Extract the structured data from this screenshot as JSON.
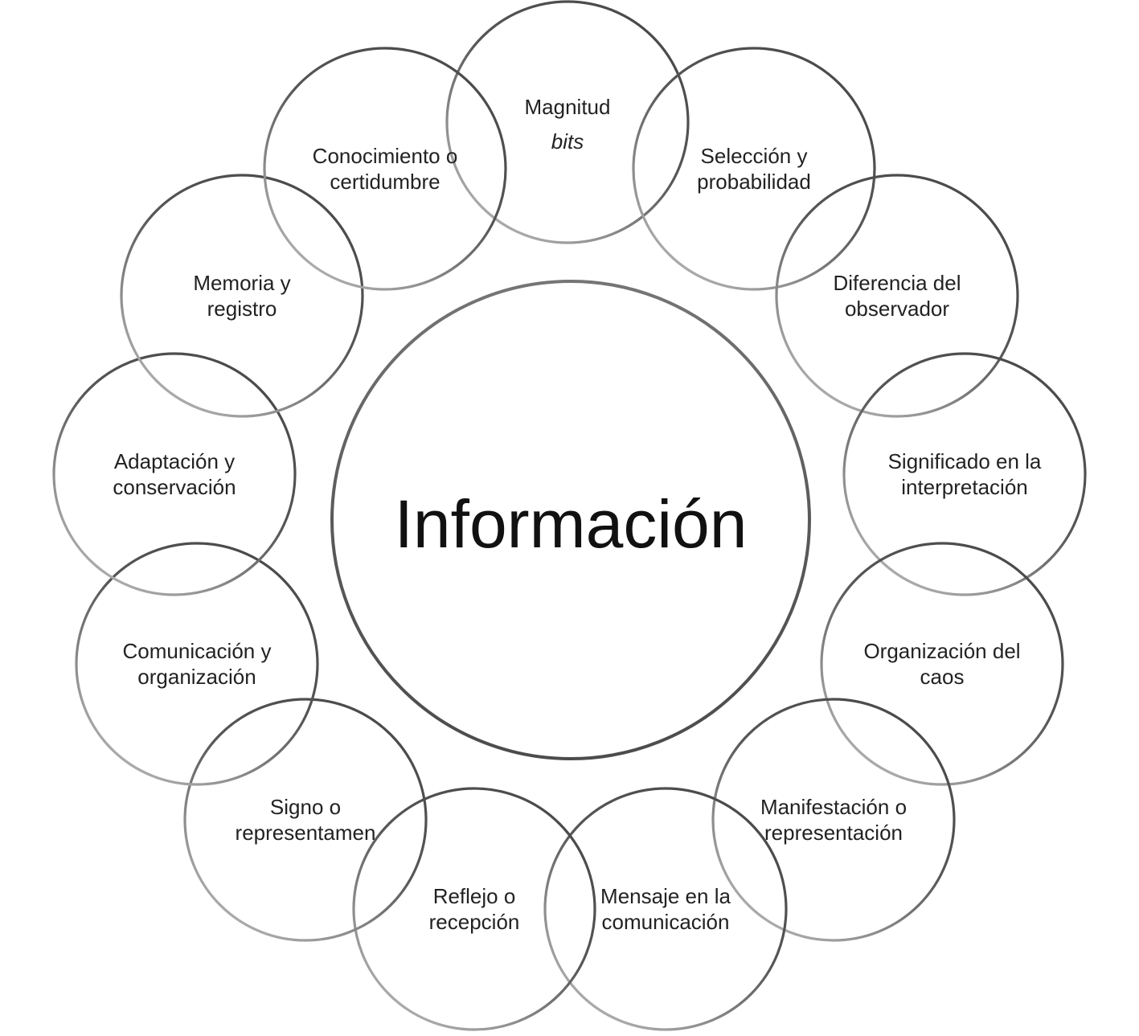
{
  "diagram": {
    "center_label": "Información",
    "nodes": [
      {
        "line1": "Magnitud",
        "line2": "bits"
      },
      {
        "line1": "Selección y",
        "line2": "probabilidad"
      },
      {
        "line1": "Diferencia del",
        "line2": "observador"
      },
      {
        "line1": "Significado en la",
        "line2": "interpretación"
      },
      {
        "line1": "Organización del",
        "line2": "caos"
      },
      {
        "line1": "Manifestación o",
        "line2": "representación"
      },
      {
        "line1": "Mensaje en la",
        "line2": "comunicación"
      },
      {
        "line1": "Reflejo o",
        "line2": "recepción"
      },
      {
        "line1": "Signo o",
        "line2": "representamen"
      },
      {
        "line1": "Comunicación y",
        "line2": "organización"
      },
      {
        "line1": "Adaptación y",
        "line2": "conservación"
      },
      {
        "line1": "Memoria y",
        "line2": "registro"
      },
      {
        "line1": "Conocimiento o",
        "line2": "certidumbre"
      }
    ],
    "colors": {
      "background": "#ffffff",
      "stroke_dark": "#4f4f4f",
      "stroke_light": "#b0b0b0",
      "text": "#222222"
    }
  }
}
